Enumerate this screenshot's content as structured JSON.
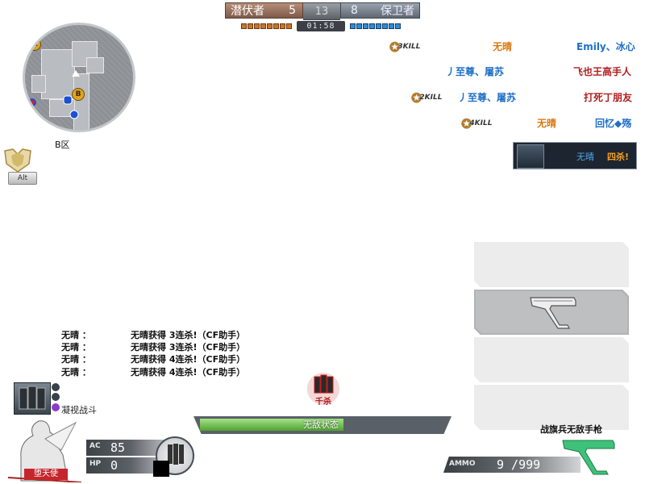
{
  "scoreboard": {
    "left_team": "潜伏者",
    "left_score": "5",
    "target_score": "13",
    "right_score": "8",
    "right_team": "保卫者",
    "timer": "01:58",
    "colors": {
      "left": "#9c7561",
      "right": "#7a838d"
    }
  },
  "minimap": {
    "marker_a": "A",
    "marker_b": "B",
    "zone_label": "B区"
  },
  "rank": {
    "key": "Alt"
  },
  "killfeed": [
    {
      "badge_count": "3",
      "badge_text": "KILL",
      "killer": "无晴",
      "victim": "Emily、冰心"
    },
    {
      "badge_count": "",
      "badge_text": "",
      "killer": "丿至尊、屠苏",
      "victim": "飞也王高手人"
    },
    {
      "badge_count": "2",
      "badge_text": "KILL",
      "killer": "丿至尊、屠苏",
      "victim": "打死丁朋友"
    },
    {
      "badge_count": "4",
      "badge_text": "KILL",
      "killer": "无晴",
      "victim": "回忆◆殇"
    }
  ],
  "kill_notice": {
    "name": "无晴",
    "tag": "四杀!"
  },
  "chat": [
    {
      "sender": "无晴 ：",
      "message": "无晴获得 3连杀!（CF助手）"
    },
    {
      "sender": "无晴 ：",
      "message": "无晴获得 3连杀!（CF助手）"
    },
    {
      "sender": "无晴 ：",
      "message": "无晴获得 4连杀!（CF助手）"
    },
    {
      "sender": "无晴 ：",
      "message": "无晴获得 4连杀!（CF助手）"
    }
  ],
  "skill": {
    "label": "凝视战斗"
  },
  "character": {
    "name": "堕天使"
  },
  "stats": {
    "ac_label": "AC",
    "ac_value": "85",
    "hp_label": "HP",
    "hp_value": "0"
  },
  "status": {
    "text": "无敌状态",
    "progress": 0.59
  },
  "kill_emblem": {
    "text": "千杀"
  },
  "weapon": {
    "name": "战旗兵无敌手枪",
    "ammo_label": "AMMO",
    "ammo": "9 /999"
  },
  "weapon_slots": [
    {
      "active": false
    },
    {
      "active": true,
      "icon": "pistol-icon"
    },
    {
      "active": false
    },
    {
      "active": false
    }
  ]
}
